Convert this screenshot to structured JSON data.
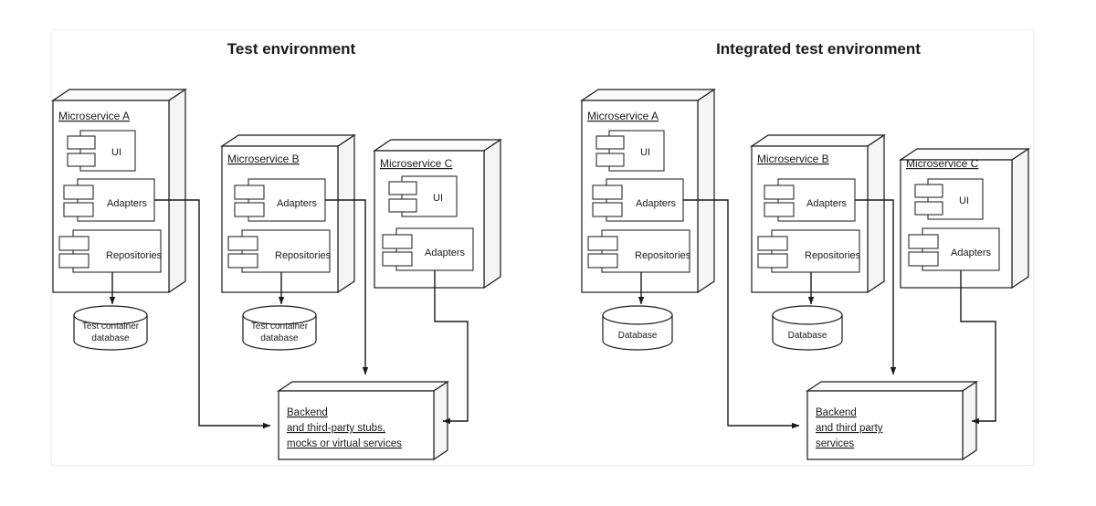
{
  "diagram": {
    "title_left": "Test environment",
    "title_right": "Integrated test environment",
    "component_labels": {
      "ui": "UI",
      "adapters": "Adapters",
      "repositories": "Repositories"
    },
    "environments": [
      {
        "id": "test-environment",
        "title": "Test environment",
        "services": [
          {
            "name": "Microservice A",
            "components": [
              "UI",
              "Adapters",
              "Repositories"
            ],
            "datastore": {
              "line1": "Test container",
              "line2": "database"
            }
          },
          {
            "name": "Microservice B",
            "components": [
              "Adapters",
              "Repositories"
            ],
            "datastore": {
              "line1": "Test container",
              "line2": "database"
            }
          },
          {
            "name": "Microservice C",
            "components": [
              "UI",
              "Adapters"
            ],
            "datastore": null
          }
        ],
        "backend": {
          "lines": [
            "Backend",
            "and third-party stubs,",
            "mocks or virtual services"
          ]
        }
      },
      {
        "id": "integrated-test-environment",
        "title": "Integrated test environment",
        "services": [
          {
            "name": "Microservice A",
            "components": [
              "UI",
              "Adapters",
              "Repositories"
            ],
            "datastore": {
              "line1": "Database",
              "line2": ""
            }
          },
          {
            "name": "Microservice B",
            "components": [
              "Adapters",
              "Repositories"
            ],
            "datastore": {
              "line1": "Database",
              "line2": ""
            }
          },
          {
            "name": "Microservice C",
            "components": [
              "UI",
              "Adapters"
            ],
            "datastore": null
          }
        ],
        "backend": {
          "lines": [
            "Backend",
            "and third party",
            "services"
          ]
        }
      }
    ],
    "colors": {
      "stroke": "#1a1a1a",
      "fill": "#ffffff",
      "frame_border": "#f0f0f0",
      "side_face": "#f5f5f5"
    }
  }
}
